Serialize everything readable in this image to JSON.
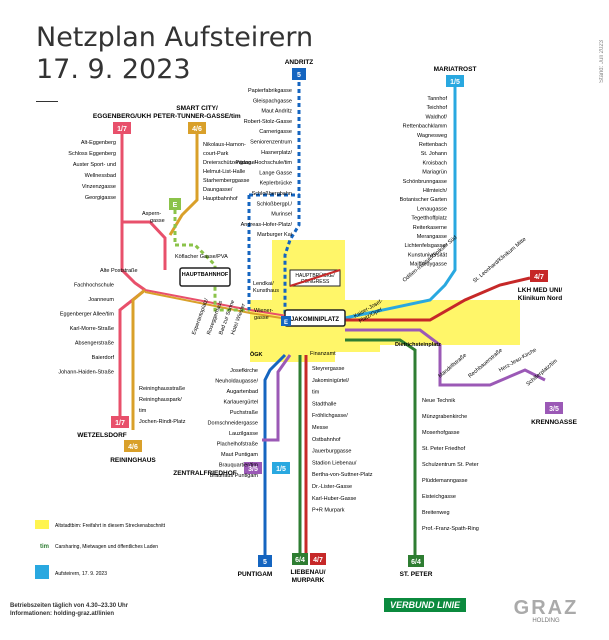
{
  "title": {
    "line1": "Netzplan Aufsteirern",
    "line2": "17. 9. 2023"
  },
  "stand": "Stand: Juli 2023",
  "colors": {
    "line1_7": "#e8506b",
    "line4_6": "#d9a02a",
    "line5": "#1565c0",
    "line3": "#9b59b6",
    "line6": "#2e7d32",
    "line4_7": "#c62828",
    "line1_5": "#29a8e0",
    "line5_light": "#1e88e5",
    "green_dot": "#8bc34a",
    "highlight": "#fff200"
  },
  "badges": {
    "l17": "1/7",
    "l46": "4/6",
    "l15": "1/5",
    "l47": "4/7",
    "l35": "3/5",
    "l64": "6/4",
    "l5": "5",
    "e": "E"
  },
  "termini": {
    "eggenberg": "EGGENBERG/UKH",
    "smartcity1": "SMART CITY/",
    "smartcity2": "PETER-TUNNER-GASSE/tim",
    "andritz": "ANDRITZ",
    "mariatrost": "MARIATROST",
    "wetzelsdorf": "WETZELSDORF",
    "reininghaus": "REININGHAUS",
    "zentralfriedhof": "ZENTRALFRIEDHOF",
    "puntigam": "PUNTIGAM",
    "liebenau1": "LIEBENAU/",
    "liebenau2": "MURPARK",
    "stpeter": "ST. PETER",
    "krenngasse": "KRENNGASSE",
    "lkh1": "LKH MED UNI/",
    "lkh2": "Klinikum Nord"
  },
  "stations": {
    "line1_west": [
      "Alt-Eggenberg",
      "Schloss Eggenberg",
      "Auster Sport- und",
      "Wellnessbad",
      "Vinzenzgasse",
      "Georgigasse"
    ],
    "line4_west": [
      "Nikolaus-Harnon-",
      "court-Park",
      "Dreierschützengasse/",
      "Helmut-List-Halle",
      "Starhemberggasse",
      "Daungasse/",
      "Hauptbahnhof"
    ],
    "line5_north": [
      "Papierfabrikgasse",
      "Gleispachgasse",
      "Maut Andritz",
      "Robert-Stolz-Gasse",
      "Carnerigasse",
      "Seniorenzentrum",
      "Hasnerplatz/",
      "Pädag. Hochschule/tim",
      "Lange Gasse",
      "Keplerbrücke",
      "Schloßbergbahn",
      "Schloßbergpl./",
      "Murinsel",
      "Andreas-Hofer-Platz/",
      "Marburger Kai"
    ],
    "line1_east": [
      "Tannhof",
      "Teichhof",
      "Waldhof/",
      "Rettenbachklamm",
      "Wagnesweg",
      "Rettenbach",
      "St. Johann",
      "Kroisbach",
      "Mariagrün",
      "Schönbrunngasse",
      "Hilmteich/",
      "Botanischer Garten",
      "Lenaugasse",
      "Tegetthoffplatz",
      "Reiterkaserne",
      "Merangasse",
      "Lichtenfelsgasse/",
      "Kunstuniversität",
      "Maiffredygasse"
    ],
    "center": [
      "Aspern-",
      "gasse",
      "Köflacher Gasse/PVA",
      "HAUPTBAHNHOF",
      "Lendkai/",
      "Kunsthaus",
      "Wiener-",
      "gasse",
      "JAKOMINIPLATZ",
      "HAUPTBRÜCKE/",
      "CONGRESS",
      "Kaiser-Josef-",
      "Platz/Oper",
      "Dietrichsteinplatz",
      "Finanzamt",
      "ÖGK",
      "Esperantoplatz/",
      "Arbeiterkammer",
      "Roseggerhaus",
      "Bad zur Sonne",
      "Hotel Wiesler"
    ],
    "line1_south": [
      "Alte Poststraße",
      "Fachhochschule",
      "Joanneum",
      "Eggenberger Allee/tim",
      "Karl-Morre-Straße",
      "Absengerstraße",
      "Baierdorf",
      "Johann-Haiden-Straße"
    ],
    "line4_south": [
      "Reininghausstraße",
      "Reininghauspark/",
      "tim",
      "Jochen-Rindt-Platz"
    ],
    "line5_south": [
      "Josefkirche",
      "Neuholdaugasse/",
      "Augartenbad",
      "Karlauergürtel",
      "Puchstraße",
      "Dornschneidergasse",
      "Lauzilgasse",
      "Plachelhofstraße",
      "Maut Puntigam",
      "Brauquartier/tim",
      "Brauhaus Puntigam"
    ],
    "line4_6_south": [
      "Steyrergasse",
      "Jakominigürtel/",
      "tim",
      "Stadthalle",
      "Fröhlichgasse/",
      "Messe",
      "Ostbahnhof",
      "Jauerburggasse",
      "Stadion Liebenau/",
      "Bertha-von-Suttner-Platz",
      "Dr.-Lister-Gasse",
      "Karl-Huber-Gasse",
      "P+R Murpark"
    ],
    "line6_south": [
      "Neue Technik",
      "Münzgrabenkirche",
      "Moserhofgasse",
      "St. Peter Friedhof",
      "Schulzentrum St. Peter",
      "Plüddemanngasse",
      "Eisteichgasse",
      "Breitenweg",
      "Prof.-Franz-Spath-Ring"
    ],
    "line3_east": [
      "Mandellstraße",
      "Rechbauerstraße",
      "Herz-Jesu-Kirche",
      "Schillerplatz/tim"
    ],
    "line7_east": [
      "Odilien-Institut/Klinikum Süd",
      "St. Leonhard/Klinikum Mitte"
    ]
  },
  "legend": {
    "altstadt": "Altstadtbim: Freifahrt in diesem Streckenabschnitt",
    "tim": "Carsharing, Mietwagen und öffentliches Laden",
    "aufsteirern": "Aufsteirern, 17. 9. 2023",
    "tim_label": "tim"
  },
  "footer": {
    "line1": "Betriebszeiten täglich von 4.30–23.30 Uhr",
    "line2": "Informationen: holding-graz.at/linien"
  },
  "logos": {
    "verbund": "VERBUND LINIE",
    "graz": "GRAZ",
    "holding": "HOLDING"
  }
}
